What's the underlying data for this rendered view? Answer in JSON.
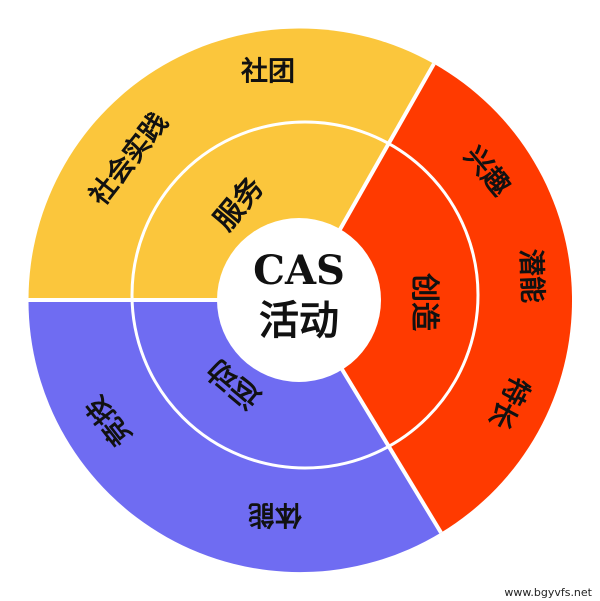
{
  "diagram": {
    "center": {
      "line1": "CAS",
      "line2": "活动"
    },
    "sectors": [
      {
        "name": "service",
        "inner_label": "服务",
        "outer_labels": [
          "社会实践",
          "社团"
        ],
        "color": "#fbc63c"
      },
      {
        "name": "creativity",
        "inner_label": "创造",
        "outer_labels": [
          "兴趣",
          "潜能",
          "特长"
        ],
        "color": "#ff3a00"
      },
      {
        "name": "activity",
        "inner_label": "运动",
        "outer_labels": [
          "竞技",
          "体能"
        ],
        "color": "#6f6cf2"
      }
    ]
  },
  "watermark": "www.bgyvfs.net"
}
